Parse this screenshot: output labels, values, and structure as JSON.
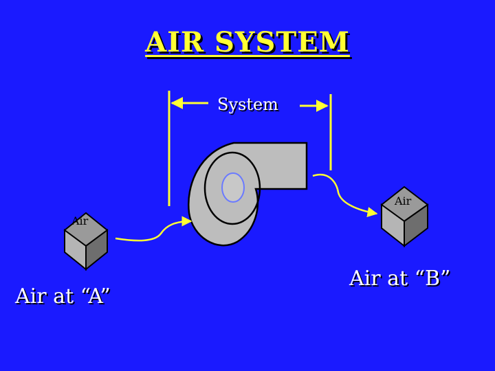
{
  "title": "AIR SYSTEM",
  "system_label": "System",
  "cube_a_label": "Air",
  "cube_b_label": "Air",
  "air_a_label": "Air at “A”",
  "air_b_label": "Air at “B”",
  "colors": {
    "background": "#1a1aff",
    "title": "#ffff33",
    "flow_lines": "#ffff33",
    "system_brackets": "#ffff33",
    "blower": "#bdbdbd",
    "cube_top": "#9a9a9a",
    "cube_front": "#b5b5b5",
    "cube_side": "#6e6e6e"
  },
  "icons": [
    "blower-icon",
    "air-cube-icon"
  ]
}
